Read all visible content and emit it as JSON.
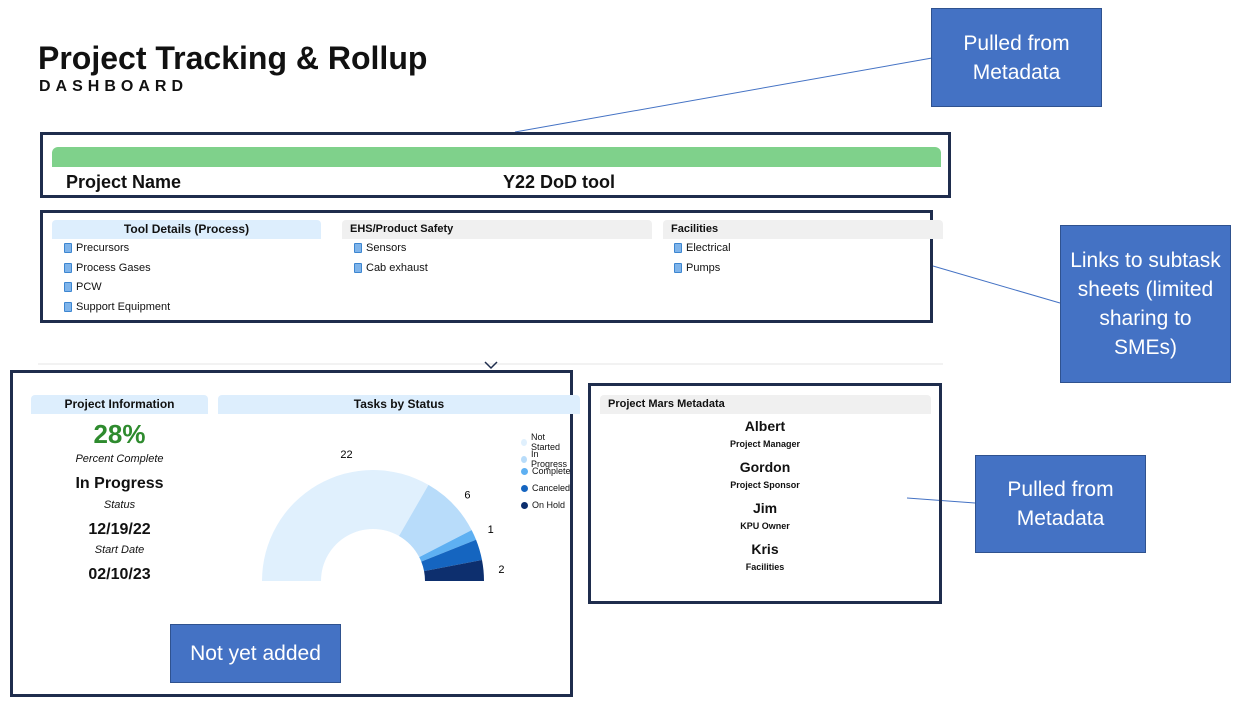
{
  "header": {
    "title": "Project Tracking & Rollup",
    "subtitle": "DASHBOARD"
  },
  "project": {
    "label": "Project Name",
    "value": "Y22 DoD tool",
    "bar_color": "#7fd18b"
  },
  "sections": [
    {
      "title": "Tool Details (Process)",
      "links": [
        "Precursors",
        "Process Gases",
        "PCW",
        "Support Equipment"
      ]
    },
    {
      "title": "EHS/Product Safety",
      "links": [
        "Sensors",
        "Cab exhaust"
      ]
    },
    {
      "title": "Facilities",
      "links": [
        "Electrical",
        "Pumps"
      ]
    }
  ],
  "project_info": {
    "title": "Project Information",
    "percent": "28%",
    "percent_label": "Percent Complete",
    "status": "In Progress",
    "status_label": "Status",
    "start": "12/19/22",
    "start_label": "Start Date",
    "end": "02/10/23"
  },
  "chart_data": {
    "type": "pie",
    "variant": "half-donut",
    "title": "Tasks by Status",
    "categories": [
      "Not Started",
      "In Progress",
      "Complete",
      "Canceled",
      "On Hold"
    ],
    "values": [
      22,
      6,
      1,
      2,
      2
    ],
    "labels_shown": [
      "22",
      "6",
      "1",
      "",
      "2"
    ],
    "colors": [
      "#e0f0fd",
      "#b8dcfa",
      "#5eb0f2",
      "#1565c0",
      "#0d2f6e"
    ],
    "legend": "right"
  },
  "metadata": {
    "title": "Project Mars Metadata",
    "people": [
      {
        "name": "Albert",
        "role": "Project Manager"
      },
      {
        "name": "Gordon",
        "role": "Project Sponsor"
      },
      {
        "name": "Jim",
        "role": "KPU Owner"
      },
      {
        "name": "Kris",
        "role": "Facilities"
      }
    ]
  },
  "callouts": {
    "top": "Pulled from Metadata",
    "links": "Links to subtask sheets (limited sharing to SMEs)",
    "meta": "Pulled from Metadata",
    "notyet": "Not yet added"
  }
}
